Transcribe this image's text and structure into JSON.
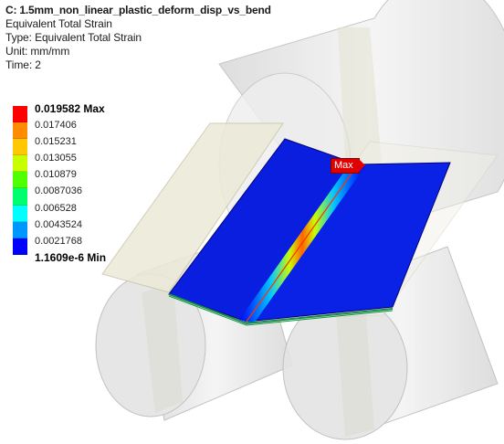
{
  "header": {
    "title": "C: 1.5mm_non_linear_plastic_deform_disp_vs_bend",
    "result_name": "Equivalent Total Strain",
    "type_line": "Type: Equivalent Total Strain",
    "unit_line": "Unit: mm/mm",
    "time_line": "Time: 2"
  },
  "legend": {
    "labels": [
      "0.019582 Max",
      "0.017406",
      "0.015231",
      "0.013055",
      "0.010879",
      "0.0087036",
      "0.006528",
      "0.0043524",
      "0.0021768",
      "1.1609e-6 Min"
    ],
    "band_colors": [
      "#ff0000",
      "#ff8c00",
      "#ffc800",
      "#c8ff00",
      "#50ff00",
      "#00ff6e",
      "#00ffff",
      "#0096ff",
      "#0000ff"
    ]
  },
  "probe": {
    "max_label": "Max"
  },
  "colors": {
    "plate_blue": "#0a1ee0",
    "edge_green": "#1c8c4c",
    "cylinder_fill": "#e6e6e6",
    "upper_plate": "#ecead8"
  }
}
